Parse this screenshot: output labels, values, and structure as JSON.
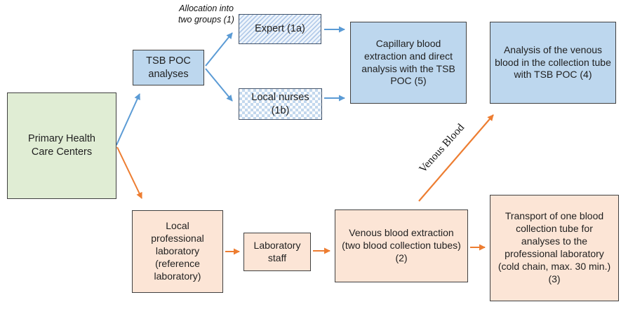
{
  "diagram": {
    "title_note": "Allocation into two groups (1)",
    "nodes": {
      "primary": {
        "label": "Primary Health Care Centers"
      },
      "tsb": {
        "label": "TSB POC analyses"
      },
      "expert": {
        "label": "Expert (1a)"
      },
      "nurses": {
        "label": "Local nurses (1b)"
      },
      "capillary": {
        "label": "Capillary blood extraction and direct analysis with the TSB POC (5)"
      },
      "analysis": {
        "label": "Analysis of the venous blood in the collection tube with TSB POC (4)"
      },
      "locallab": {
        "label": "Local professional laboratory (reference laboratory)"
      },
      "labstaff": {
        "label": "Laboratory staff"
      },
      "venous": {
        "label": "Venous blood extraction (two blood collection tubes) (2)"
      },
      "transport": {
        "label": "Transport of one blood collection tube for analyses to the professional laboratory (cold chain, max. 30 min.) (3)"
      }
    },
    "edge_label": "Venous Blood",
    "colors": {
      "box_blue": "#BDD7EE",
      "box_green": "#E0EDD4",
      "box_peach": "#FCE5D6",
      "hatch_blue": "#AFC8E8",
      "checker_blue": "#C3D8EE",
      "arrow_blue": "#5B9BD5",
      "arrow_orange": "#ED7D31",
      "border_dark": "#404040"
    }
  }
}
